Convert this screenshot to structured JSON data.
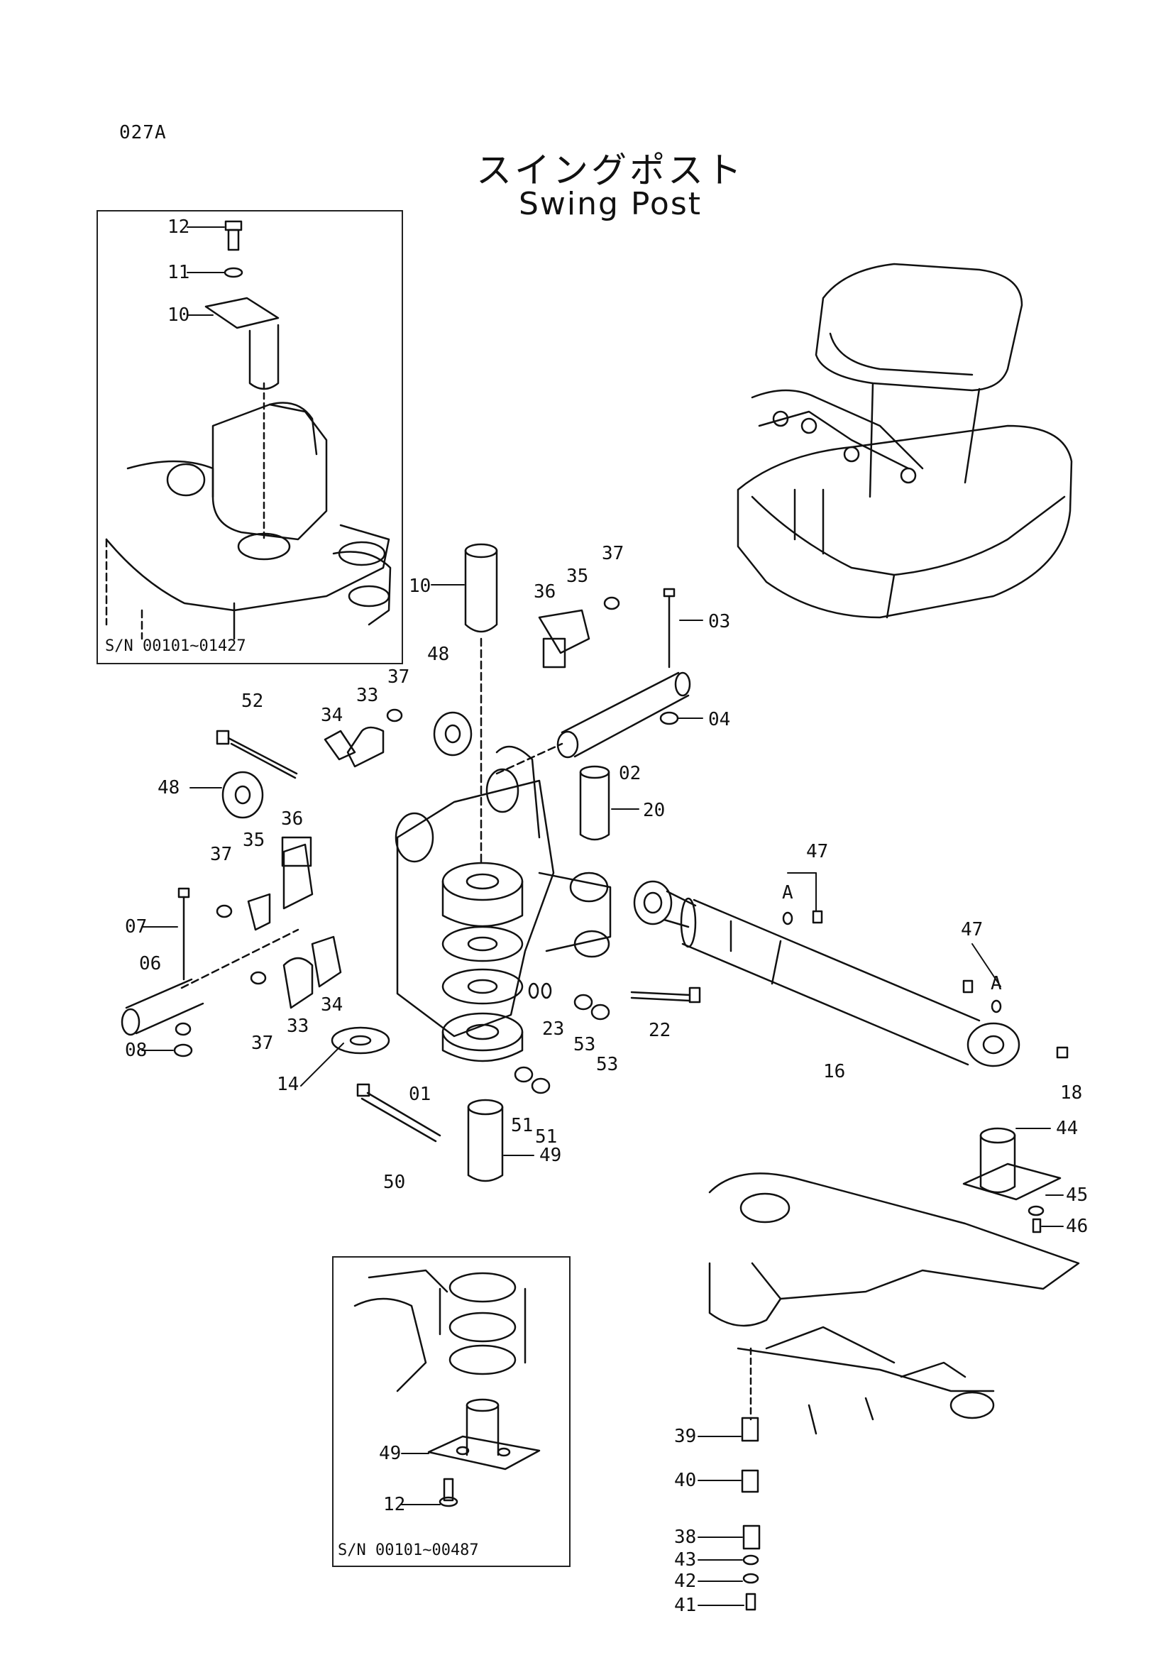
{
  "page": {
    "code": "027A",
    "title_jp": "スイングポスト",
    "title_en": "Swing Post"
  },
  "insets": [
    {
      "serial": "S/N 00101~01427"
    },
    {
      "serial": "S/N 00101~00487"
    }
  ],
  "callouts": {
    "top_inset": [
      "12",
      "11",
      "10"
    ],
    "main": [
      "10",
      "37",
      "35",
      "36",
      "03",
      "04",
      "02",
      "20",
      "48",
      "52",
      "34",
      "33",
      "37",
      "48",
      "36",
      "35",
      "37",
      "07",
      "06",
      "08",
      "37",
      "33",
      "34",
      "14",
      "01",
      "23",
      "53",
      "53",
      "22",
      "51",
      "51",
      "50",
      "49",
      "47",
      "47",
      "16",
      "18",
      "44",
      "45",
      "46"
    ],
    "bottom_inset": [
      "49",
      "12"
    ],
    "frame": [
      "39",
      "40",
      "38",
      "43",
      "42",
      "41"
    ],
    "port_labels": [
      "A",
      "A"
    ]
  }
}
